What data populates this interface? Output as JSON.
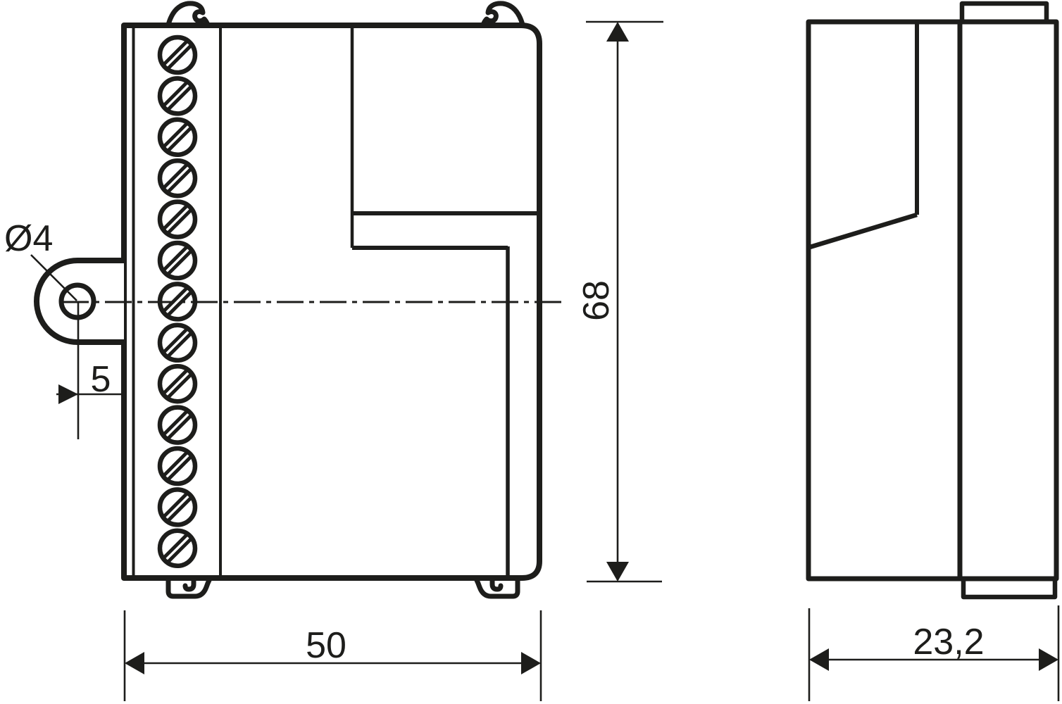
{
  "drawing": {
    "background_color": "#ffffff",
    "line_color": "#1d1d1b",
    "front_view": {
      "terminal_count": 13,
      "dim_width": "50",
      "dim_height": "68",
      "dim_hole_diameter": "Ø4",
      "dim_hole_offset": "5"
    },
    "side_view": {
      "dim_depth": "23,2"
    }
  }
}
